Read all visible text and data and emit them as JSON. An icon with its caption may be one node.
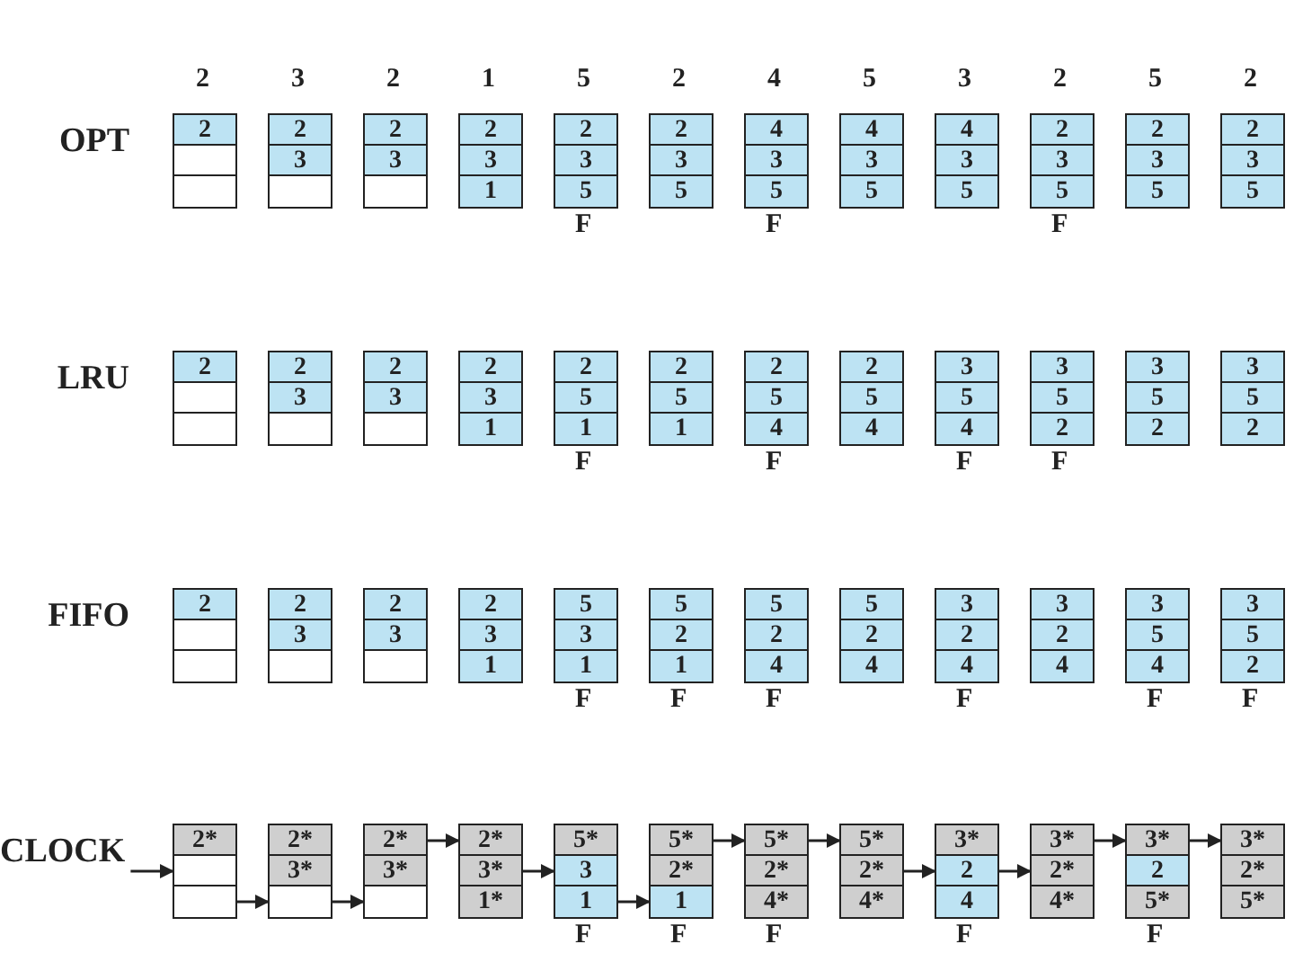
{
  "diagram": {
    "nodes": [
      {
        "text": [
          "2"
        ]
      },
      {
        "text": [
          "2",
          "3"
        ]
      },
      {
        "text": [
          "2",
          "3"
        ]
      },
      {
        "text": [
          "2",
          "3",
          "1"
        ]
      },
      {
        "text": [
          "2",
          "3",
          "5"
        ],
        "beside": [
          "F"
        ]
      },
      {
        "text": [
          "2",
          "3",
          "5"
        ]
      },
      {
        "text": [
          "4",
          "3",
          "5"
        ],
        "beside": [
          "F"
        ]
      },
      {
        "text": [
          "4",
          "3",
          "5"
        ]
      },
      {
        "text": [
          "4",
          "3",
          "5"
        ]
      },
      {
        "text": [
          "2",
          "3",
          "5"
        ],
        "beside": [
          "F"
        ]
      },
      {
        "text": [
          "2",
          "3",
          "5"
        ]
      },
      {
        "text": [
          "2",
          "3",
          "5"
        ]
      },
      {
        "text": [
          "2"
        ]
      },
      {
        "text": [
          "2",
          "3"
        ]
      },
      {
        "text": [
          "2",
          "3"
        ]
      },
      {
        "text": [
          "2",
          "3",
          "1"
        ]
      },
      {
        "text": [
          "2",
          "5",
          "1"
        ],
        "beside": [
          "F"
        ]
      },
      {
        "text": [
          "2",
          "5",
          "1"
        ]
      },
      {
        "text": [
          "2",
          "5",
          "4"
        ],
        "beside": [
          "F"
        ]
      },
      {
        "text": [
          "2",
          "5",
          "4"
        ]
      },
      {
        "text": [
          "3",
          "5",
          "4"
        ],
        "beside": [
          "F"
        ]
      },
      {
        "text": [
          "3",
          "5",
          "2"
        ],
        "beside": [
          "F"
        ]
      },
      {
        "text": [
          "3",
          "5",
          "2"
        ]
      },
      {
        "text": [
          "3",
          "5",
          "2"
        ]
      },
      {
        "text": [
          "2"
        ]
      },
      {
        "text": [
          "2",
          "3"
        ]
      },
      {
        "text": [
          "2",
          "3"
        ]
      },
      {
        "text": [
          "2",
          "3",
          "1"
        ]
      },
      {
        "text": [
          "5",
          "3",
          "1"
        ],
        "beside": [
          "F"
        ]
      },
      {
        "text": [
          "5",
          "2",
          "1"
        ],
        "beside": [
          "F"
        ]
      },
      {
        "text": [
          "5",
          "2",
          "4"
        ],
        "beside": [
          "F"
        ]
      },
      {
        "text": [
          "5",
          "2",
          "4"
        ]
      },
      {
        "text": [
          "3",
          "2",
          "4"
        ],
        "beside": [
          "F"
        ]
      },
      {
        "text": [
          "3",
          "2",
          "4"
        ]
      },
      {
        "text": [
          "3",
          "5",
          "4"
        ],
        "beside": [
          "F"
        ]
      },
      {
        "text": [
          "3",
          "5",
          "2"
        ],
        "beside": [
          "F"
        ]
      },
      {
        "text": [
          "CLOCK"
        ]
      },
      {
        "text": [
          "2*"
        ]
      },
      {
        "text": [
          "2*",
          "3*"
        ]
      },
      {
        "text": [
          "2*",
          "3*"
        ]
      },
      {
        "text": [
          "2*",
          "3*",
          "1*"
        ]
      },
      {
        "text": [
          "5*",
          "3",
          "1"
        ],
        "beside": [
          "F"
        ]
      },
      {
        "text": [
          "5*",
          "2*",
          "1"
        ],
        "beside": [
          "F"
        ]
      },
      {
        "text": [
          "5*",
          "2*",
          "4*"
        ],
        "beside": [
          "F"
        ]
      },
      {
        "text": [
          "5*",
          "2*",
          "4*"
        ]
      },
      {
        "text": [
          "3*",
          "2",
          "4"
        ],
        "beside": [
          "F"
        ]
      },
      {
        "text": [
          "3*",
          "2*",
          "4*"
        ]
      },
      {
        "text": [
          "3*",
          "2",
          "5*"
        ],
        "beside": [
          "F"
        ]
      },
      {
        "text": [
          "3*",
          "2*",
          "5*"
        ]
      }
    ],
    "edges": [
      {
        "from": 36,
        "to": 37,
        "arrow": "to"
      },
      {
        "from": 37,
        "to": 38,
        "arrow": "to"
      },
      {
        "from": 38,
        "to": 39,
        "arrow": "to"
      },
      {
        "from": 39,
        "to": 40,
        "arrow": "to"
      },
      {
        "from": 40,
        "to": 41,
        "arrow": "to"
      },
      {
        "from": 41,
        "to": 42,
        "arrow": "to"
      },
      {
        "from": 42,
        "to": 43,
        "arrow": "to"
      },
      {
        "from": 43,
        "to": 44,
        "arrow": "to"
      },
      {
        "from": 44,
        "to": 45,
        "arrow": "to"
      },
      {
        "from": 45,
        "to": 46,
        "arrow": "to"
      },
      {
        "from": 46,
        "to": 47,
        "arrow": "to"
      },
      {
        "from": 47,
        "to": 48,
        "arrow": "to"
      }
    ],
    "labels": [
      "2",
      "3",
      "2",
      "1",
      "5",
      "2",
      "4",
      "5",
      "3",
      "2",
      "5",
      "2",
      "OPT",
      "LRU",
      "FIFO"
    ]
  }
}
